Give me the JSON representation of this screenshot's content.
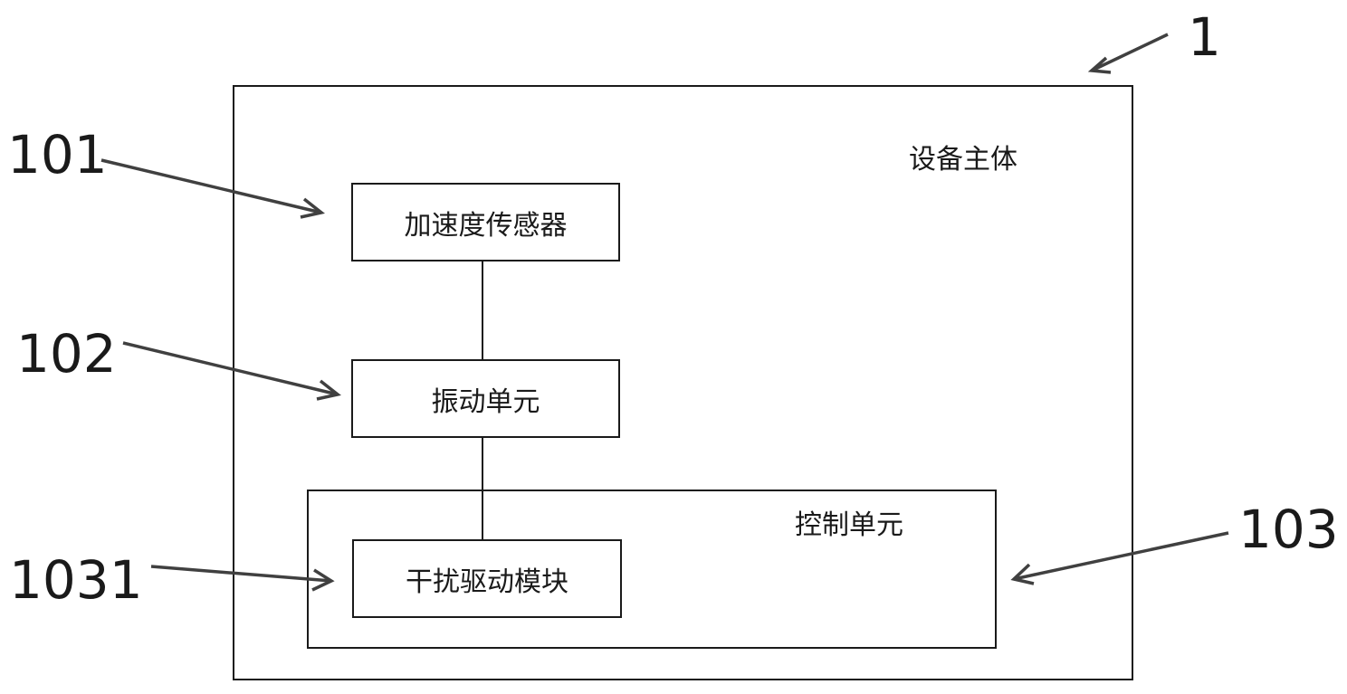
{
  "device": {
    "label": "设备主体",
    "ref": "1"
  },
  "sensor": {
    "label": "加速度传感器",
    "ref": "101"
  },
  "vibration": {
    "label": "振动单元",
    "ref": "102"
  },
  "control": {
    "label": "控制单元",
    "ref": "103"
  },
  "module": {
    "label": "干扰驱动模块",
    "ref": "1031"
  }
}
